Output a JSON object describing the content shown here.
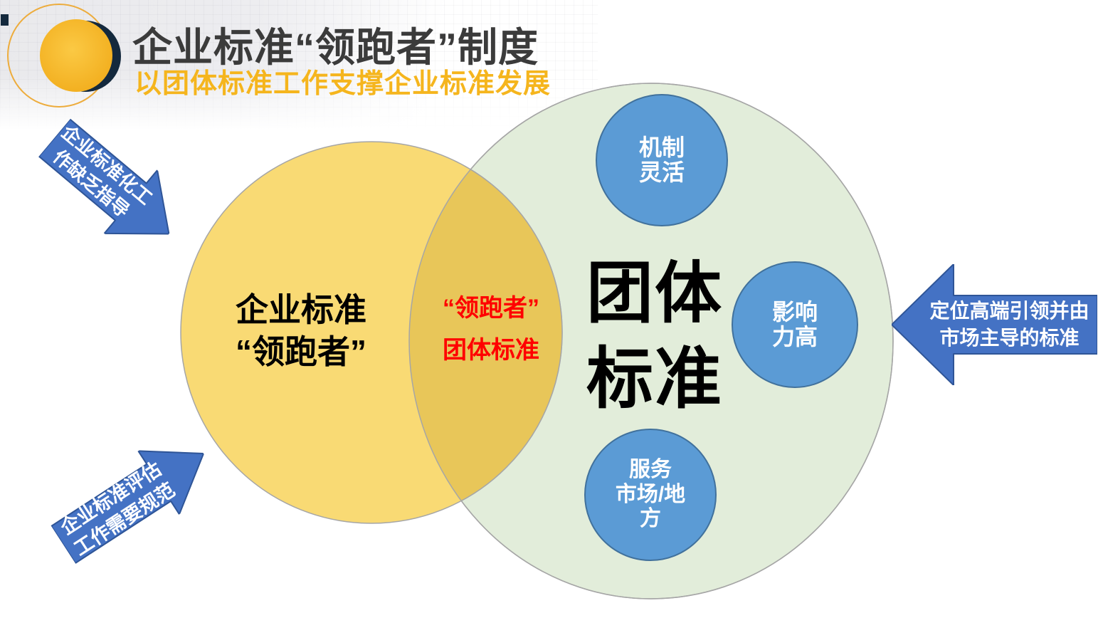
{
  "header": {
    "title": "企业标准“领跑者”制度",
    "subtitle": "以团体标准工作支撑企业标准发展"
  },
  "arrows": {
    "left_top": {
      "line1": "企业标准化工",
      "line2": "作缺乏指导"
    },
    "left_bottom": {
      "line1": "企业标准评估",
      "line2": "工作需要规范"
    },
    "right": {
      "line1": "定位高端引领并由",
      "line2": "市场主导的标准"
    }
  },
  "venn": {
    "enterprise_circle": {
      "line1": "企业标准",
      "line2": "“领跑者”"
    },
    "overlap": {
      "line1": "“领跑者”",
      "line2": "团体标准"
    },
    "group_circle": {
      "line1": "团体",
      "line2": "标准"
    },
    "satellites": {
      "top": {
        "line1": "机制",
        "line2": "灵活"
      },
      "right": {
        "line1": "影响",
        "line2": "力高"
      },
      "bottom": {
        "line1": "服务",
        "line2": "市场/地",
        "line3": "方"
      }
    }
  },
  "colors": {
    "title_text": "#3b3b3b",
    "subtitle_text": "#f5b51d",
    "arrow_fill": "#4472c4",
    "arrow_border": "#2f5597",
    "node_fill": "#5b9bd5",
    "node_border": "#41719c",
    "venn_yellow": "#f9da74",
    "venn_overlap": "#e8c659",
    "venn_green": "#e2edda",
    "venn_border": "#a6a6a6",
    "red_text": "#ff0000",
    "logo_ring": "#edac3c",
    "logo_navy": "#14293d",
    "logo_yellow_light": "#fbc944",
    "logo_yellow_dark": "#f2ae1e"
  }
}
